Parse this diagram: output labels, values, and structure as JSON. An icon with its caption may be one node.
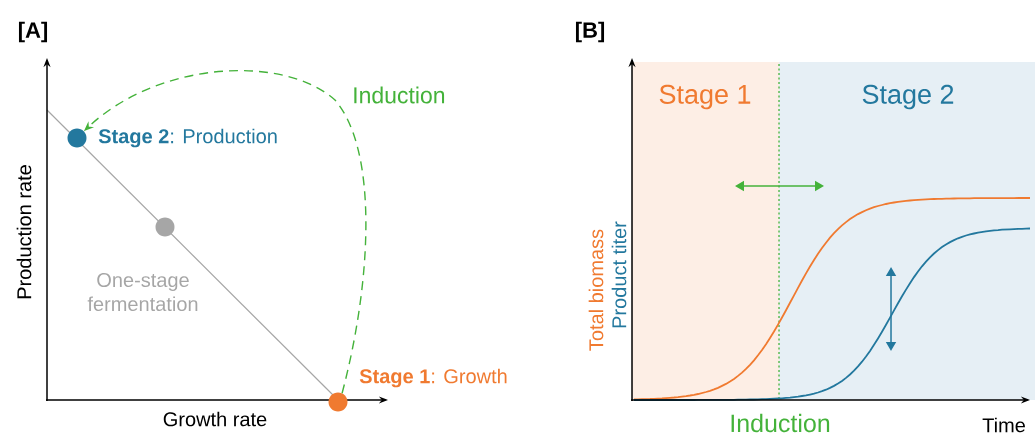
{
  "diagram": {
    "nodes": [
      {
        "text": [],
        "shape": "circle",
        "beside": [
          "**Stage 2**: Production"
        ]
      },
      {
        "text": [],
        "shape": "circle",
        "beside": [
          "One-stage fermentation"
        ]
      },
      {
        "text": [],
        "shape": "circle",
        "beside": [
          "**Stage 1**: Growth"
        ]
      }
    ],
    "edges": [
      {
        "from": 2,
        "to": 0,
        "arrow": "to",
        "label": "Induction",
        "style": "dashed",
        "color": "#44b23a"
      }
    ],
    "labels": [
      "[A]",
      "[B]",
      "Production rate",
      "Growth rate",
      "Stage 1",
      "Stage 2",
      "Total biomass",
      "Product titer",
      "Induction",
      "Time"
    ]
  }
}
